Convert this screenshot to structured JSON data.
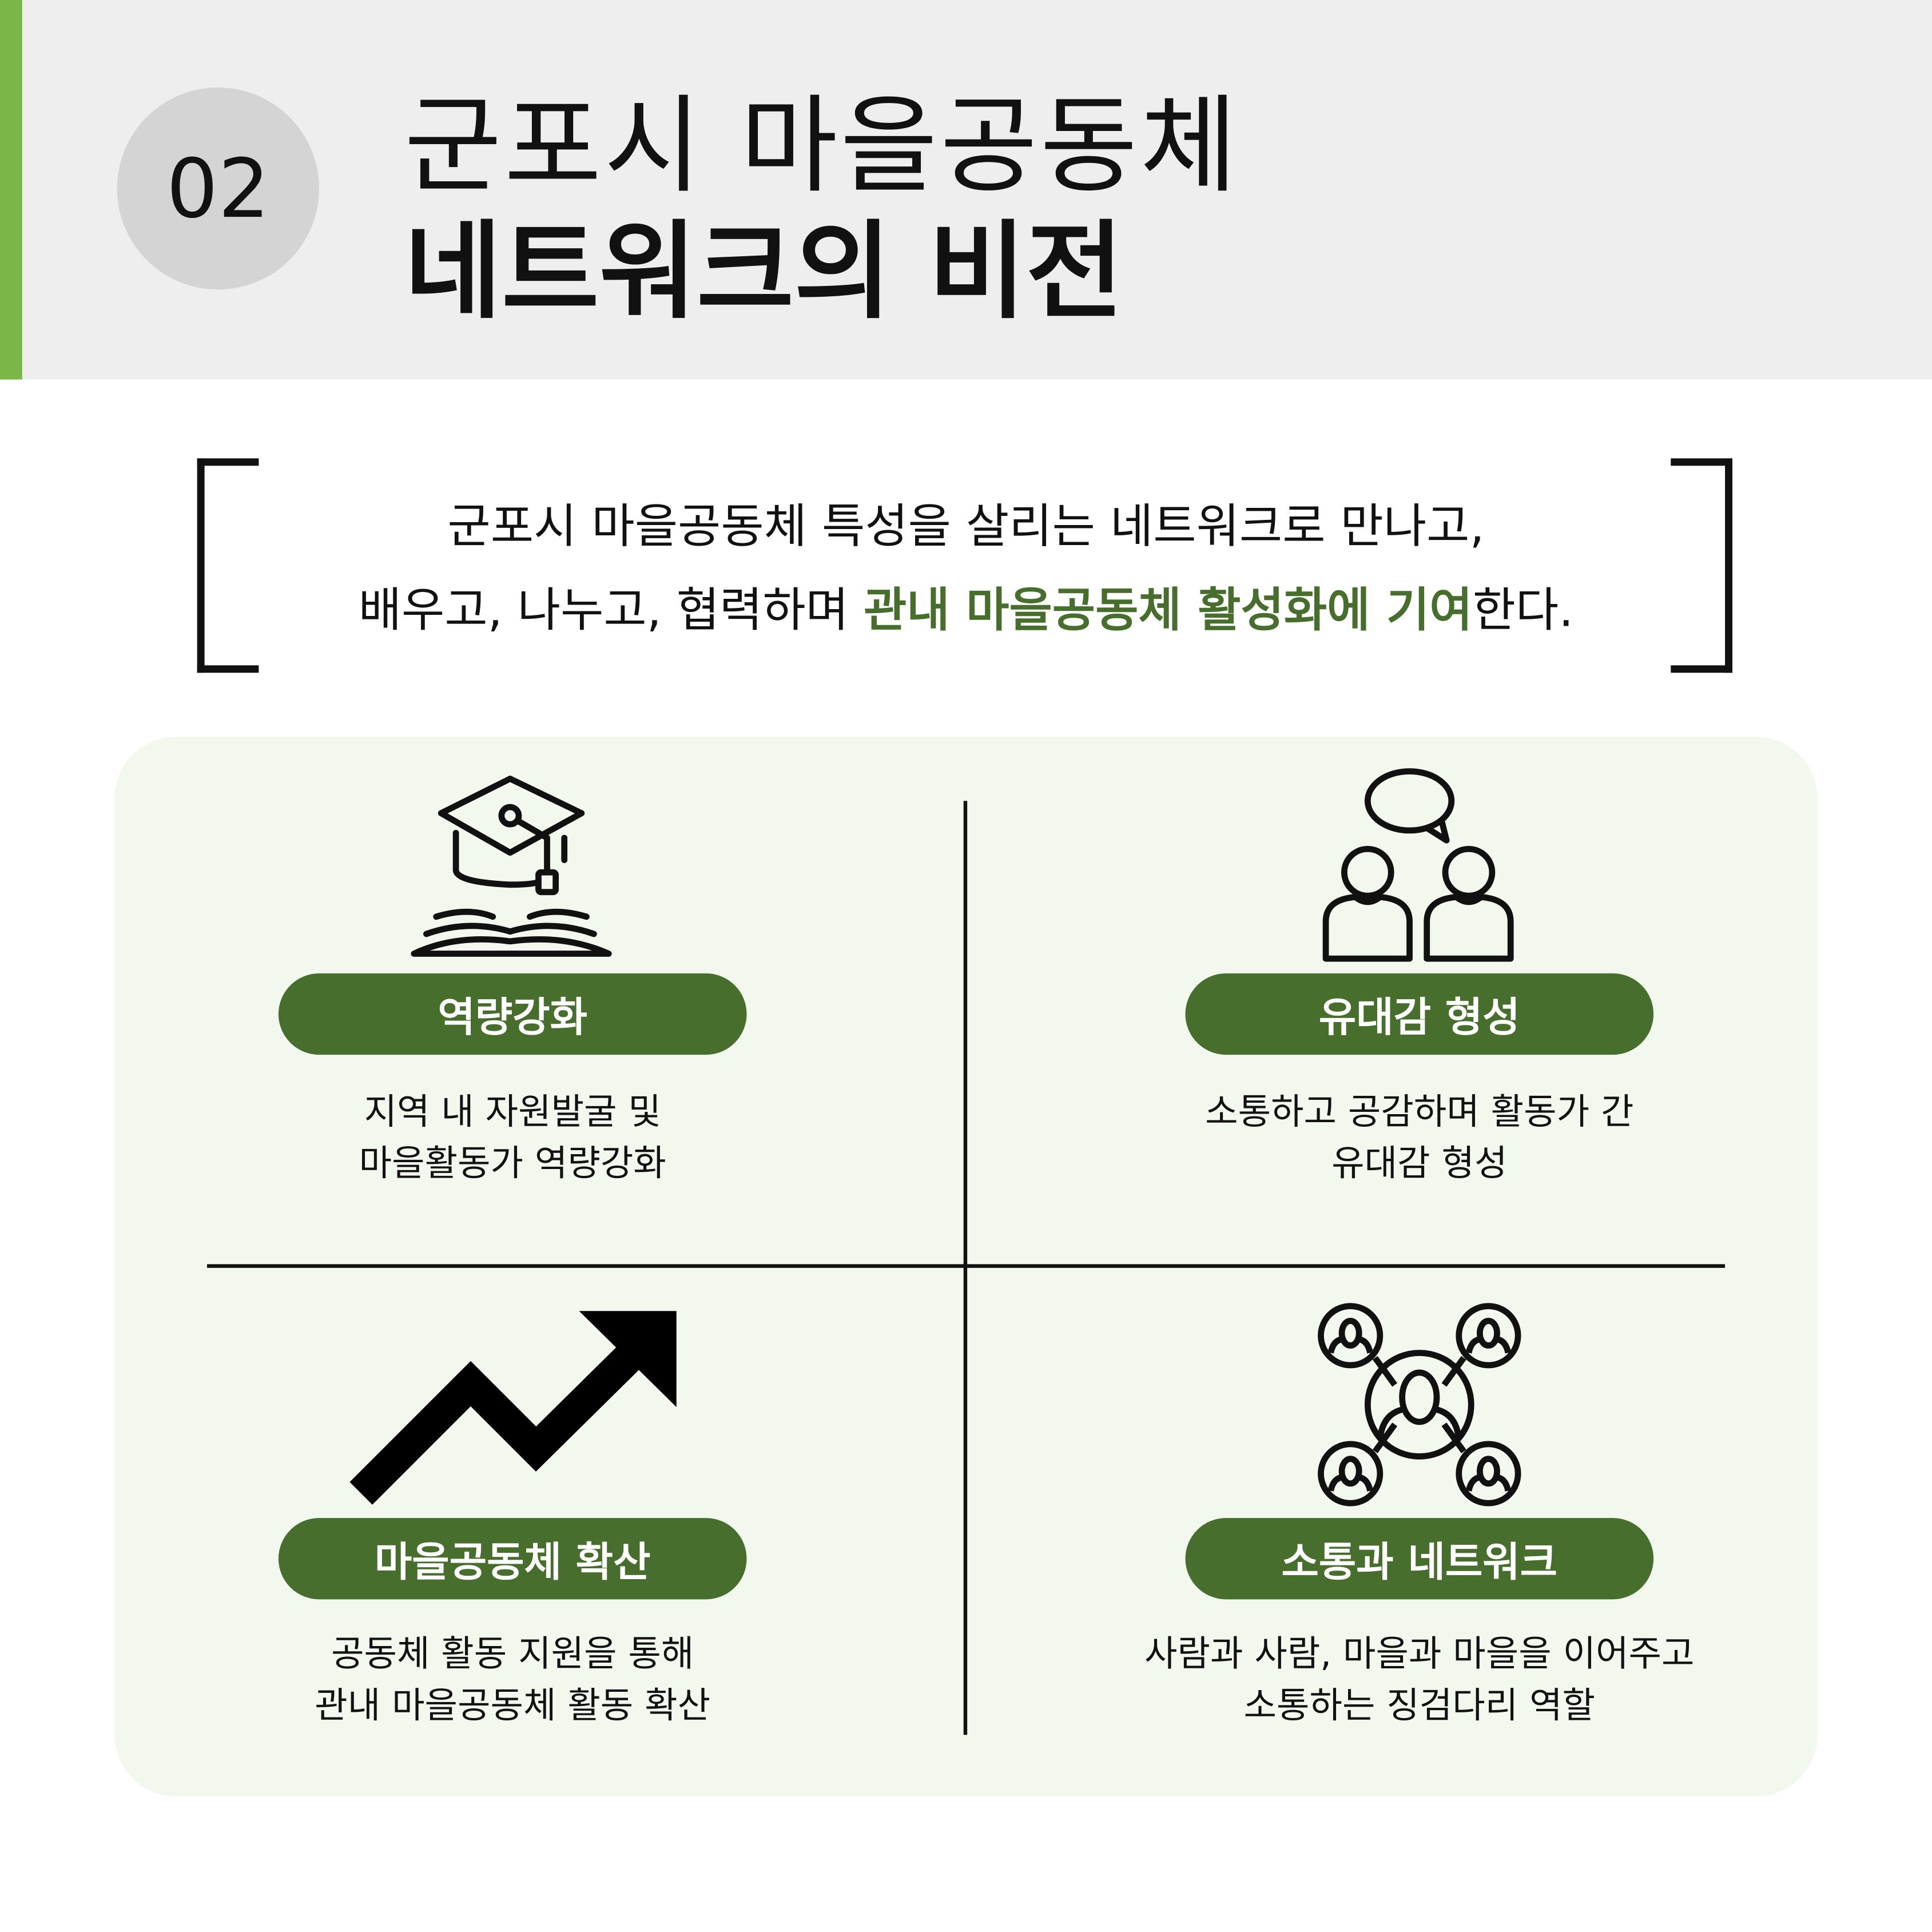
{
  "header": {
    "number": "02",
    "title_line1": "군포시 마을공동체",
    "title_line2": "네트워크의 비전"
  },
  "mission": {
    "line1": "군포시 마을공동체 특성을 살리는 네트워크로 만나고,",
    "line2_pre": "배우고, 나누고, 협력하며 ",
    "line2_highlight": "관내 마을공동체 활성화에 기여",
    "line2_post": "한다."
  },
  "colors": {
    "accent_green": "#7ab648",
    "pill_green": "#476e2c",
    "panel_bg": "#f2f8ee",
    "header_bg": "#eeeeee"
  },
  "quadrants": [
    {
      "icon": "graduation-cap-book-icon",
      "label": "역량강화",
      "desc1": "지역 내 자원발굴 및",
      "desc2": "마을활동가 역량강화"
    },
    {
      "icon": "people-speech-bubble-icon",
      "label": "유대감 형성",
      "desc1": "소통하고 공감하며 활동가 간",
      "desc2": "유대감 형성"
    },
    {
      "icon": "trend-up-arrow-icon",
      "label": "마을공동체 확산",
      "desc1": "공동체 활동 지원을 통해",
      "desc2": "관내 마을공동체 활동 확산"
    },
    {
      "icon": "network-people-icon",
      "label": "소통과 네트워크",
      "desc1": "사람과 사람, 마을과 마을을 이어주고",
      "desc2": "소통하는 징검다리 역할"
    }
  ]
}
